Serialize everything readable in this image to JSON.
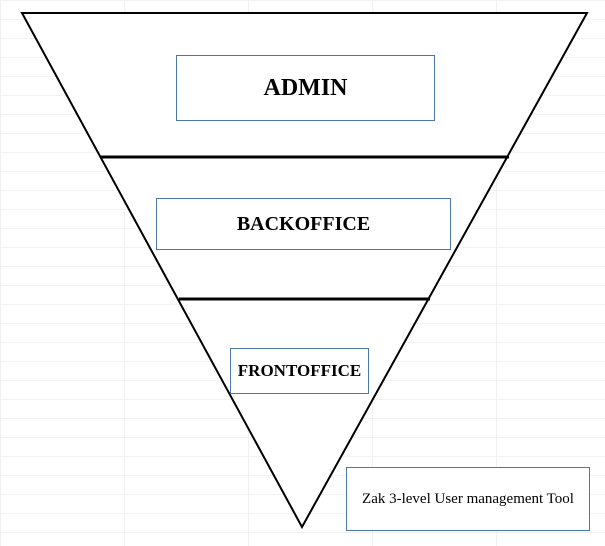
{
  "diagram": {
    "levels": [
      {
        "label": "ADMIN"
      },
      {
        "label": "BACKOFFICE"
      },
      {
        "label": "FRONTOFFICE"
      }
    ],
    "caption": "Zak 3-level User management Tool"
  },
  "colors": {
    "outline": "#000000",
    "box_border": "#4a78a8",
    "background": "#ffffff"
  }
}
